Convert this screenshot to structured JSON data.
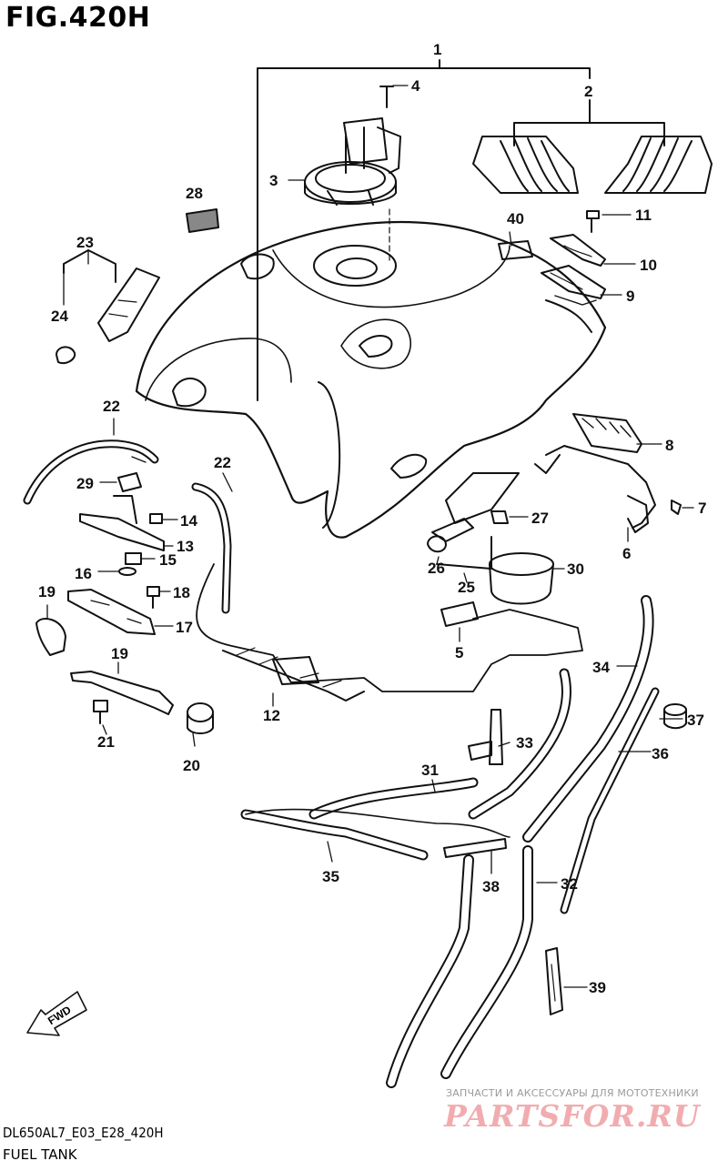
{
  "header": {
    "figure_title": "FIG.420H"
  },
  "footer": {
    "model_code": "DL650AL7_E03_E28_420H",
    "caption": "FUEL TANK"
  },
  "watermark": {
    "tagline": "ЗАПЧАСТИ И АКСЕССУАРЫ ДЛЯ МОТОТЕХНИКИ",
    "logo": "PARTSFOR.RU"
  },
  "fwd_badge": {
    "label": "FWD"
  },
  "parts": [
    {
      "no": "1"
    },
    {
      "no": "2"
    },
    {
      "no": "3"
    },
    {
      "no": "4"
    },
    {
      "no": "5"
    },
    {
      "no": "6"
    },
    {
      "no": "7"
    },
    {
      "no": "8"
    },
    {
      "no": "9"
    },
    {
      "no": "10"
    },
    {
      "no": "11"
    },
    {
      "no": "12"
    },
    {
      "no": "13"
    },
    {
      "no": "14"
    },
    {
      "no": "15"
    },
    {
      "no": "16"
    },
    {
      "no": "17"
    },
    {
      "no": "18"
    },
    {
      "no": "19"
    },
    {
      "no": "19"
    },
    {
      "no": "20"
    },
    {
      "no": "21"
    },
    {
      "no": "22"
    },
    {
      "no": "22"
    },
    {
      "no": "23"
    },
    {
      "no": "24"
    },
    {
      "no": "25"
    },
    {
      "no": "26"
    },
    {
      "no": "27"
    },
    {
      "no": "28"
    },
    {
      "no": "29"
    },
    {
      "no": "30"
    },
    {
      "no": "31"
    },
    {
      "no": "32"
    },
    {
      "no": "33"
    },
    {
      "no": "34"
    },
    {
      "no": "35"
    },
    {
      "no": "36"
    },
    {
      "no": "37"
    },
    {
      "no": "38"
    },
    {
      "no": "39"
    },
    {
      "no": "40"
    }
  ],
  "colors": {
    "line": "#111111",
    "watermark_logo": "#e14650",
    "watermark_text": "#9a9a9a"
  }
}
